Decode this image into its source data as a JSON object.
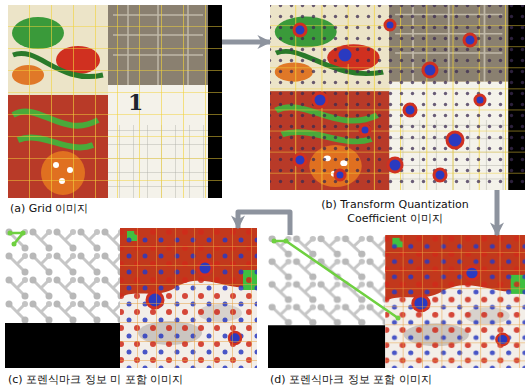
{
  "diagram": {
    "nodes": [
      {
        "text": [
          "(a) Grid 이미지"
        ]
      },
      {
        "text": [
          "(b) Transform Quantization Coefficient 이미지"
        ]
      },
      {
        "text": [
          "(c) 포렌식마크 정보 미 포함 이미지"
        ]
      },
      {
        "text": [
          "(d) 포렌식마크 정보 포함 이미지"
        ]
      }
    ],
    "edges": [
      {
        "from": 0,
        "to": 1,
        "arrow": "to"
      },
      {
        "from": 1,
        "to": 3,
        "arrow": "to"
      },
      {
        "from": 3,
        "to": 2,
        "arrow": "to"
      }
    ],
    "labels": [
      "1"
    ]
  }
}
